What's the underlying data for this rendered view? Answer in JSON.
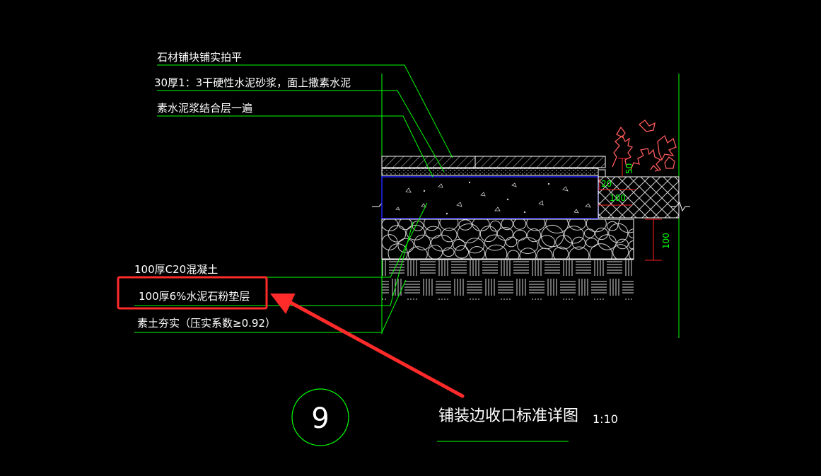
{
  "labels": {
    "stone_paving": "石材铺块铺实拍平",
    "mortar_layer": "30厚1：3干硬性水泥砂浆，面上撒素水泥",
    "cement_paste": "素水泥浆结合层一遍",
    "concrete": "100厚C20混凝土",
    "stone_powder": "100厚6%水泥石粉垫层",
    "compacted_soil": "素土夯实（压实系数≥0.92）"
  },
  "dimensions": {
    "d50": "50",
    "d20": "20",
    "d100_top": "100",
    "d100_side": "100"
  },
  "detail": {
    "number": "9",
    "title": "铺装边收口标准详图",
    "scale": "1:10"
  },
  "colors": {
    "background": "#000000",
    "leader": "#00ff00",
    "text": "#ffffff",
    "layer_outline": "#ffffff",
    "concrete_outline": "#2222ff",
    "dimension": "#ff2020",
    "dimension_text": "#00ff00",
    "plant": "#ff5a5a",
    "highlight": "#ff2a2a"
  }
}
